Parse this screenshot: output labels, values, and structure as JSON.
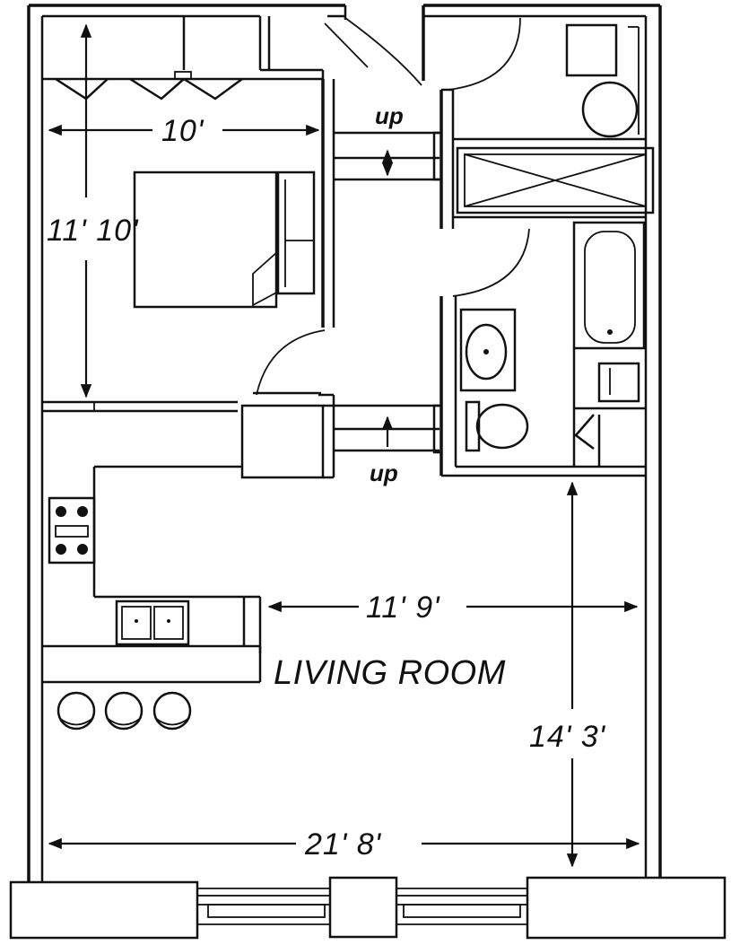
{
  "labels": {
    "bedroom_width": "10'",
    "bedroom_depth": "11' 10'",
    "living_width": "11' 9'",
    "living_depth": "14' 3'",
    "overall_width": "21' 8'",
    "living_room": "LIVING ROOM",
    "step_up_top": "up",
    "step_up_bottom": "up"
  }
}
